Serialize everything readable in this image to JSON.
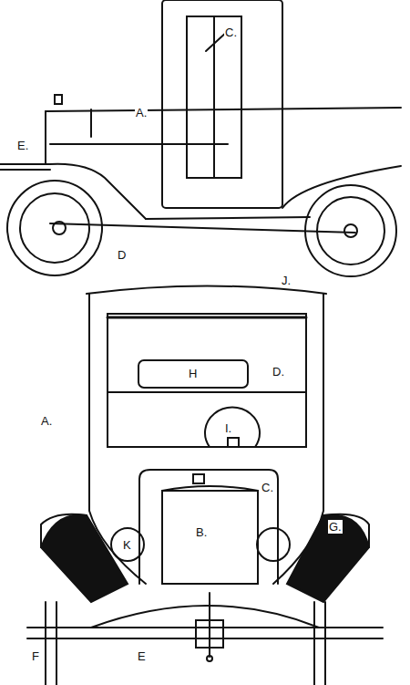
{
  "diagram": {
    "labels": [
      "C.",
      "A.",
      "E.",
      "D",
      "J.",
      "H",
      "D.",
      "A.",
      "I.",
      "C.",
      "B.",
      "K",
      "G.",
      "F",
      "E"
    ]
  }
}
